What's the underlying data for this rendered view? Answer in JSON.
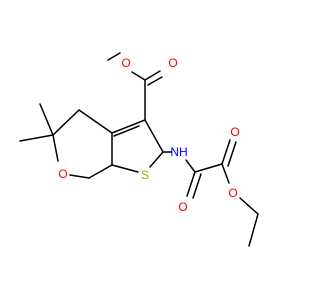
{
  "colors": {
    "background": "#ffffff",
    "bond": "#000000",
    "oxygen": "#ff0000",
    "nitrogen": "#0000ff",
    "sulfur": "#b8a000"
  },
  "atoms": {
    "o_ester_methoxy": "O",
    "o_ester_carbonyl": "O",
    "n_amide": "NH",
    "s_thiophene": "S",
    "o_pyran": "O",
    "o_oxalyl_carbonyl_a": "O",
    "o_oxalyl_carbonyl_b": "O",
    "o_ethoxy": "O"
  }
}
